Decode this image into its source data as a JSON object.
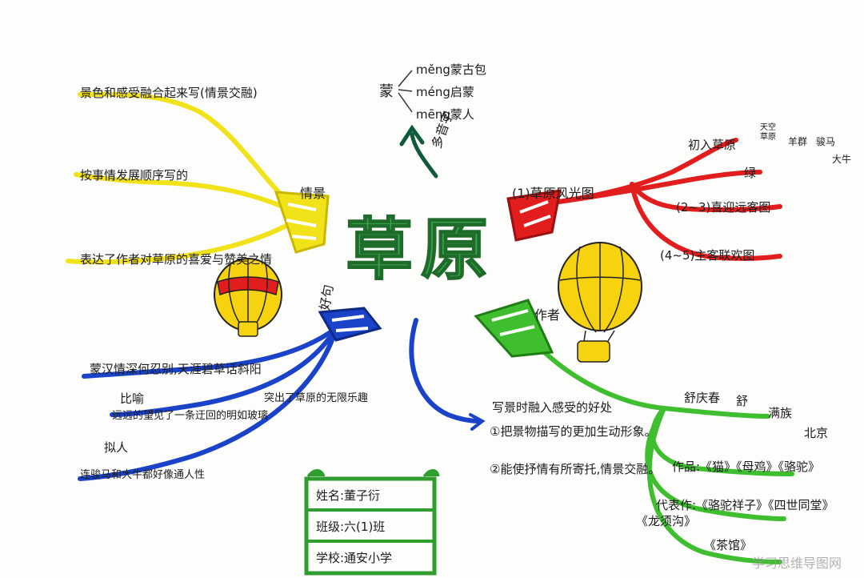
{
  "center": {
    "title": "草原"
  },
  "top": {
    "branch": "多音字",
    "char": "蒙",
    "readings": [
      "měng蒙古包",
      "méng启蒙",
      "mēng蒙人"
    ]
  },
  "red": {
    "branch": "(1)草原风光图",
    "items": [
      "初入草原",
      "绿",
      "(2~3)喜迎远客图",
      "(4~5)主客联欢图"
    ],
    "sub": [
      "天空",
      "草原",
      "羊群",
      "骏马",
      "大牛"
    ]
  },
  "yellow": {
    "branch": "情景",
    "items": [
      "景色和感受融合起来写(情景交融)",
      "按事情发展顺序写的",
      "表达了作者对草原的喜爱与赞美之情"
    ]
  },
  "blue": {
    "branch": "好句",
    "items": [
      "蒙汉情深何忍别,天涯碧草话斜阳",
      "比喻",
      "远远的望见了一条迂回的明如玻璃",
      "突出了草原的无限乐趣",
      "拟人",
      "连骏马和大牛都好像通人性"
    ]
  },
  "green": {
    "branch": "作者",
    "items": [
      "写景时融入感受的好处",
      "①把景物描写的更加生动形象。",
      "②能使抒情有所寄托,情景交融。"
    ],
    "author": [
      "舒庆春",
      "舒",
      "满族",
      "北京"
    ],
    "works": [
      "作品:《猫》《母鸡》《骆驼》",
      "代表作:《骆驼祥子》《四世同堂》",
      "《龙须沟》",
      "《茶馆》"
    ]
  },
  "info": {
    "name": "姓名:董子衍",
    "class": "班级:六(1)班",
    "school": "学校:通安小学"
  },
  "watermark": "学习思维导图网"
}
